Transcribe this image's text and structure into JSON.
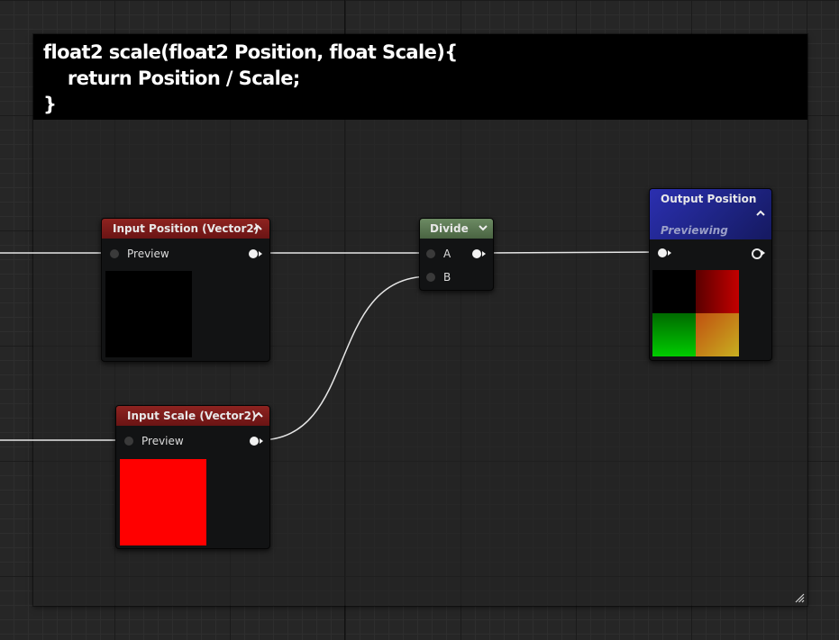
{
  "comment": {
    "code_lines": [
      "float2 scale(float2 Position, float Scale){",
      "    return Position / Scale;",
      "}"
    ]
  },
  "nodes": {
    "input_position": {
      "title": "Input Position (Vector2)",
      "pin_label": "Preview",
      "header_color": "#7d1b1b",
      "preview_color": "#000000"
    },
    "input_scale": {
      "title": "Input Scale (Vector2)",
      "pin_label": "Preview",
      "header_color": "#7d1b1b",
      "preview_color": "#ff0000"
    },
    "divide": {
      "title": "Divide",
      "pin_a": "A",
      "pin_b": "B",
      "header_color": "#5b7752"
    },
    "output_position": {
      "title": "Output Position",
      "subtitle": "Previewing",
      "header_color": "#1e2484"
    }
  },
  "icons": [
    "chevron-up-icon",
    "chevron-down-icon",
    "resize-grip-icon",
    "pin-icon"
  ]
}
